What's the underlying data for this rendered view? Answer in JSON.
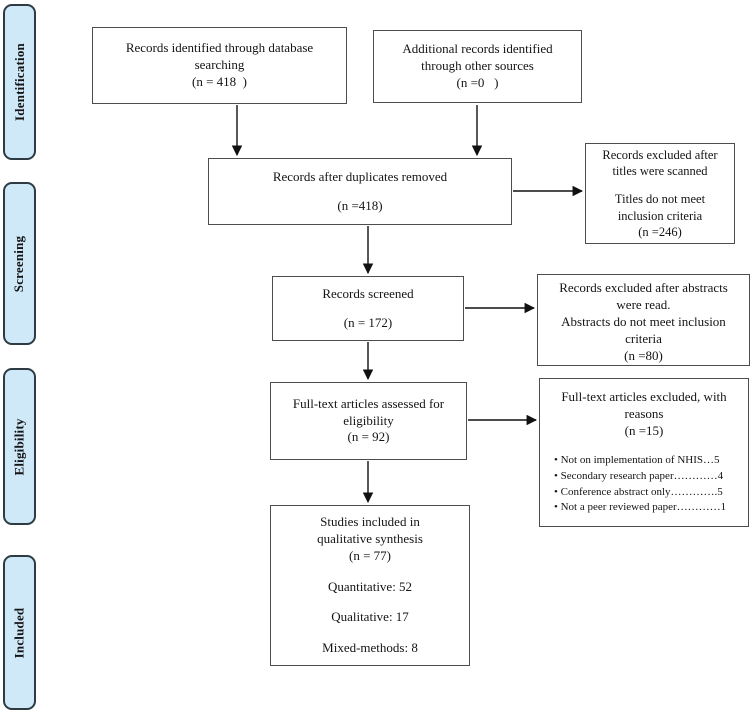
{
  "stages": [
    {
      "label": "Identification"
    },
    {
      "label": "Screening"
    },
    {
      "label": "Eligibility"
    },
    {
      "label": "Included"
    }
  ],
  "boxes": {
    "identified": {
      "lines": [
        "Records identified through database",
        "searching",
        "(n = 418  )"
      ]
    },
    "additional": {
      "lines": [
        "Additional records identified",
        "through other sources",
        "(n =0   )"
      ]
    },
    "duplicates_removed": {
      "lines": [
        "Records after duplicates removed",
        "(n =418)"
      ]
    },
    "titles_excluded": {
      "lines": [
        "Records excluded after",
        "titles were scanned",
        "Titles do not meet",
        "inclusion criteria",
        "(n =246)"
      ]
    },
    "screened": {
      "lines": [
        "Records screened",
        "(n = 172)"
      ]
    },
    "abstracts_excluded": {
      "lines": [
        "Records excluded after abstracts",
        "were read.",
        "Abstracts do not meet inclusion",
        "criteria",
        "(n =80)"
      ]
    },
    "fulltext_assessed": {
      "lines": [
        "Full-text articles assessed for",
        "eligibility",
        "(n = 92)"
      ]
    },
    "fulltext_excluded": {
      "lines": [
        "Full-text articles excluded, with",
        "reasons",
        "(n =15)"
      ],
      "bullets": [
        "Not on implementation of NHIS…5",
        "Secondary research paper…………4",
        "Conference abstract only………….5",
        "Not a peer reviewed paper…………1"
      ]
    },
    "included_studies": {
      "lines": [
        "Studies included in",
        "qualitative synthesis",
        "(n = 77)",
        "Quantitative: 52",
        "Qualitative: 17",
        "Mixed-methods: 8"
      ]
    }
  },
  "colors": {
    "stage_fill": "#cfe9f8",
    "stage_border": "#2e3b42",
    "box_border": "#4d4d4d",
    "arrow": "#111111"
  }
}
